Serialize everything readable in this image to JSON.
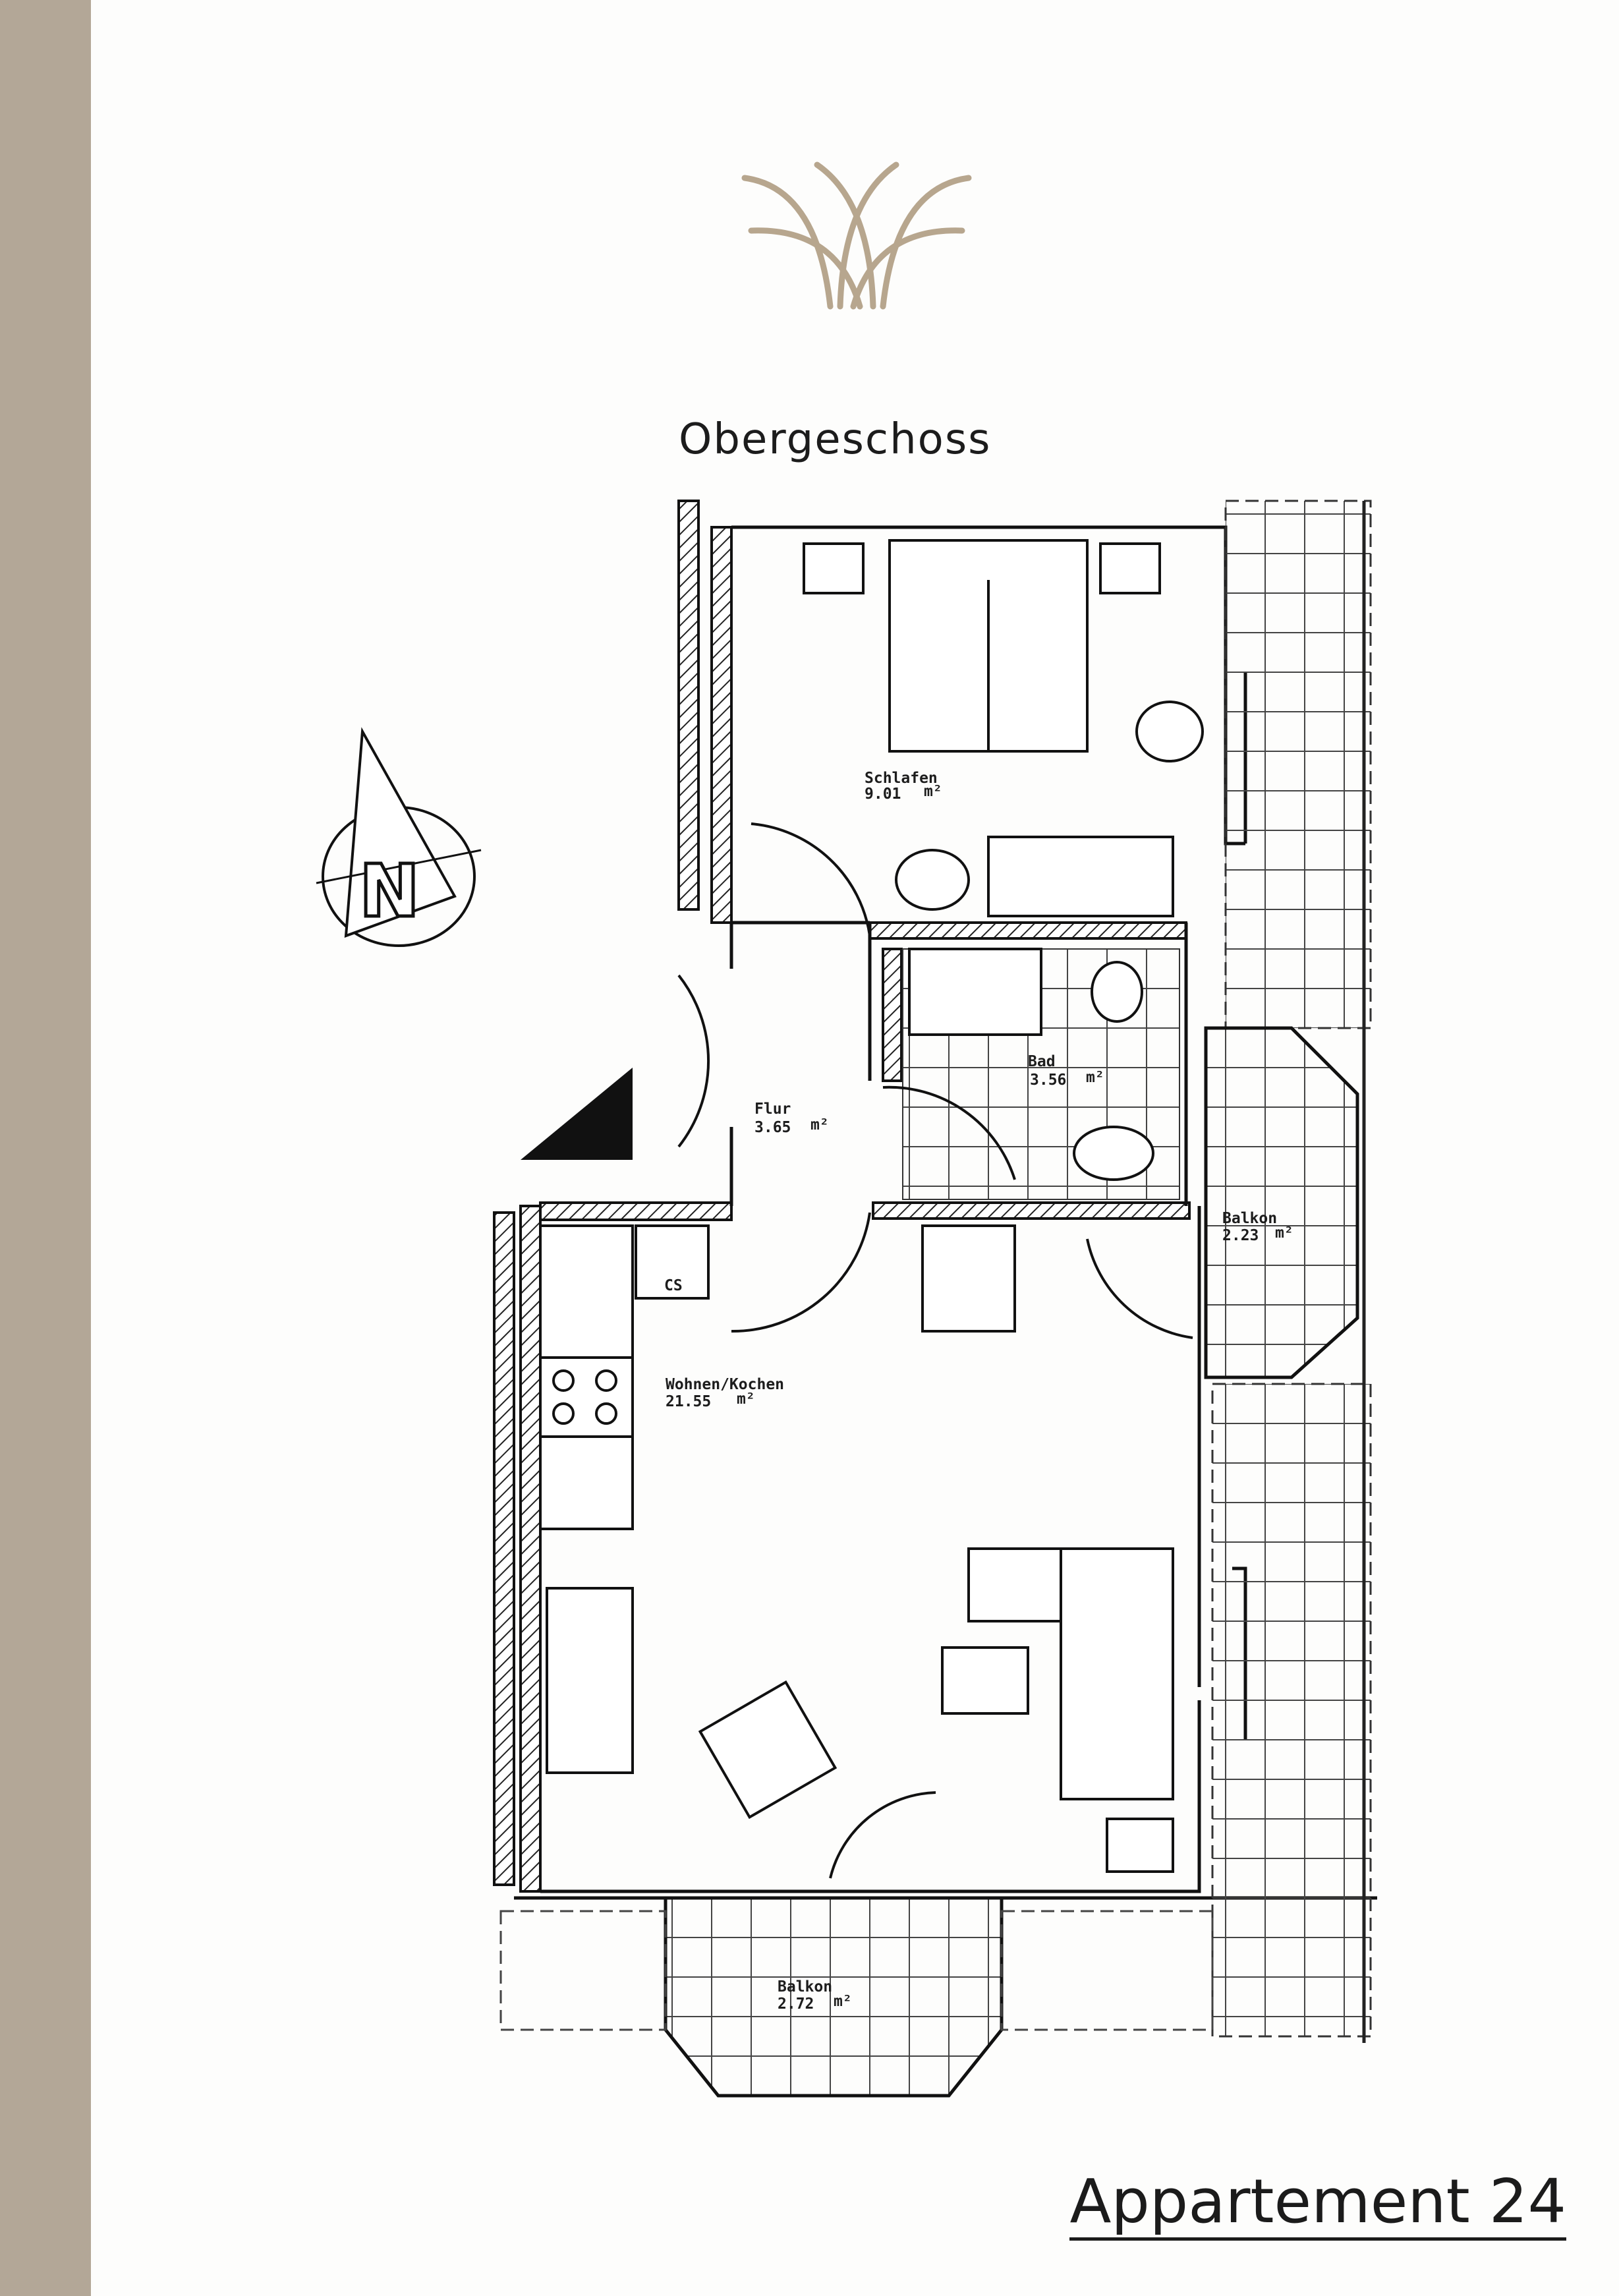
{
  "header": {
    "floor_title": "Obergeschoss"
  },
  "plan": {
    "compass_letter": "N",
    "appliance_label": "CS",
    "rooms": [
      {
        "name": "Schlafen",
        "area": "9.01",
        "unit": "m²"
      },
      {
        "name": "Bad",
        "area": "3.56",
        "unit": "m²"
      },
      {
        "name": "Flur",
        "area": "3.65",
        "unit": "m²"
      },
      {
        "name": "Balkon",
        "area": "2.23",
        "unit": "m²"
      },
      {
        "name": "Wohnen/Kochen",
        "area": "21.55",
        "unit": "m²"
      },
      {
        "name": "Balkon",
        "area": "2.72",
        "unit": "m²"
      }
    ]
  },
  "footer": {
    "apartment_title": "Appartement 24"
  },
  "colors": {
    "side_band": "#b3a797",
    "logo": "#b7a68e",
    "ink": "#1d1d1d"
  }
}
